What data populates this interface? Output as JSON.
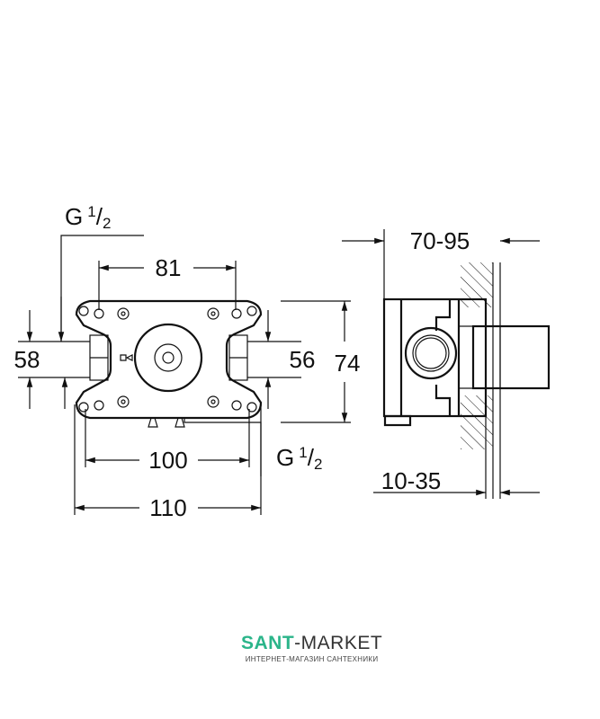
{
  "dimensions": {
    "thread_top": {
      "letter": "G",
      "num": "1",
      "den": "2"
    },
    "thread_bottom": {
      "letter": "G",
      "num": "1",
      "den": "2"
    },
    "d81": "81",
    "d58": "58",
    "d56": "56",
    "d74": "74",
    "d100": "100",
    "d110": "110",
    "d70_95": "70-95",
    "d10_35": "10-35"
  },
  "logo": {
    "brand_accent": "SANT",
    "brand_rest": "-MARKET",
    "tagline": "ИНТЕРНЕТ-МАГАЗИН САНТЕХНИКИ",
    "accent_color": "#2bb58a"
  }
}
